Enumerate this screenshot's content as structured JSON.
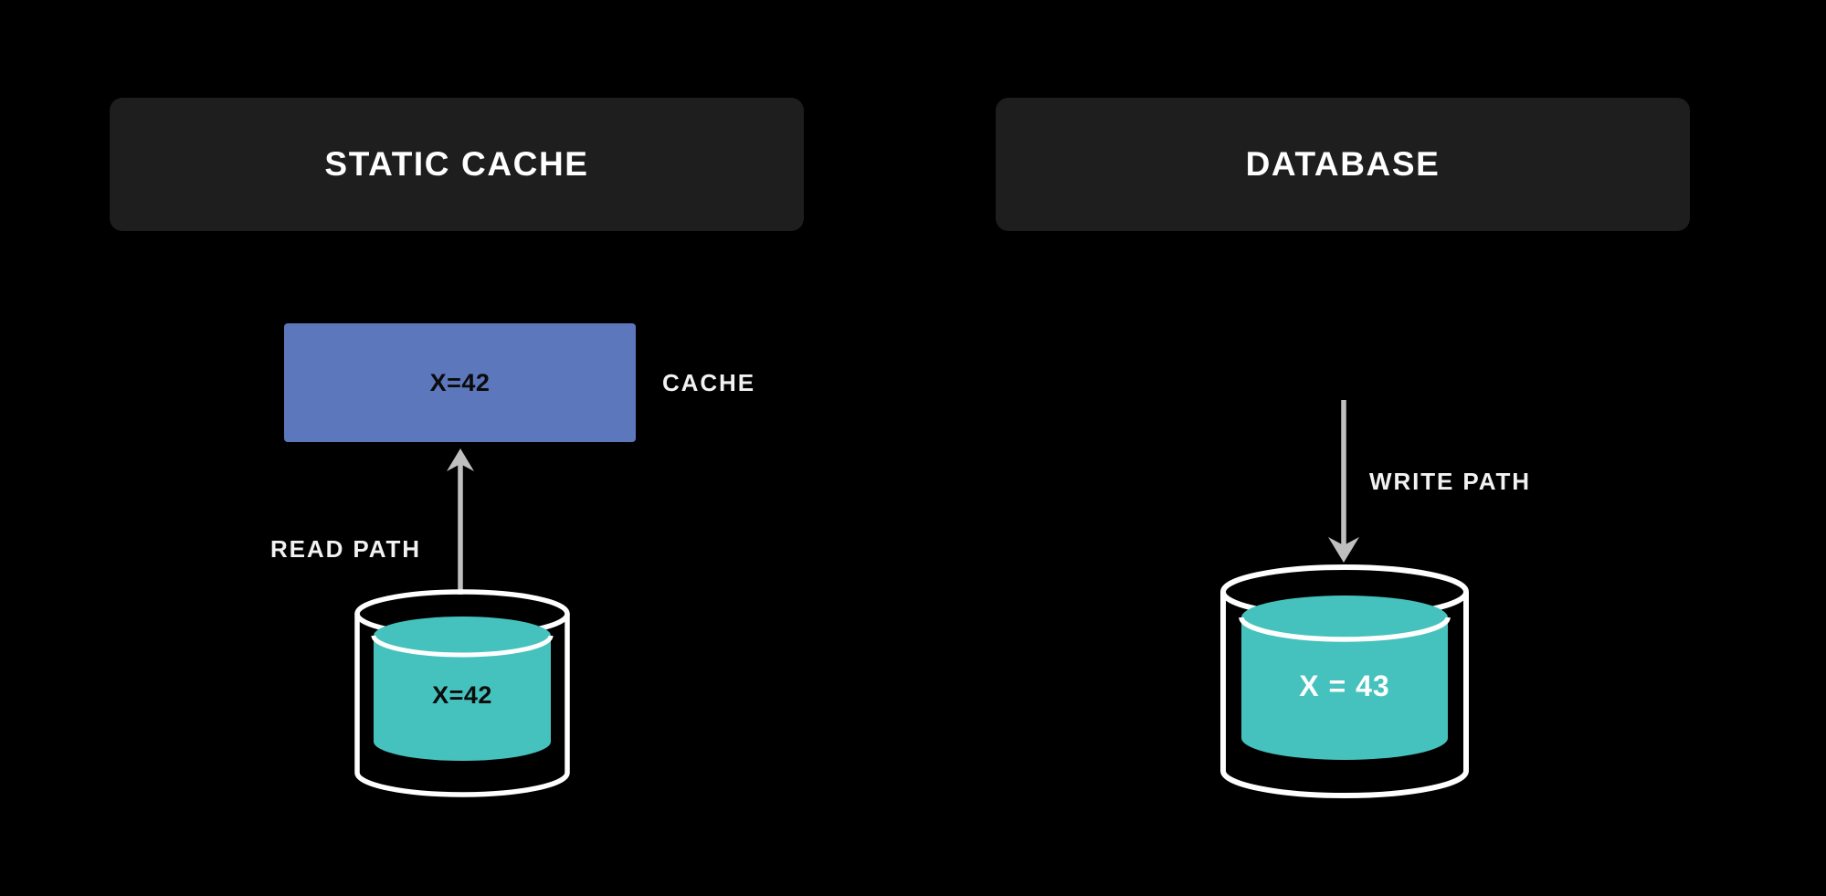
{
  "diagram": {
    "title_semantic": "static-cache-vs-database-consistency",
    "background_color": "#000000",
    "panels": [
      {
        "id": "static-cache",
        "label": "STATIC CACHE"
      },
      {
        "id": "database",
        "label": "DATABASE"
      }
    ],
    "cache_box": {
      "label": "X=42",
      "fill_color": "#5c77bb",
      "text_color": "#0b0b0b",
      "side_label": "CACHE"
    },
    "paths": [
      {
        "id": "read-path",
        "label": "READ PATH",
        "direction": "up",
        "color": "#bfbfbf"
      },
      {
        "id": "write-path",
        "label": "WRITE PATH",
        "direction": "down",
        "color": "#bfbfbf"
      }
    ],
    "cylinders": [
      {
        "id": "cache-store",
        "label": "X=42",
        "fill_color": "#45c2bd",
        "outline_color": "#ffffff",
        "text_color": "#0b0b0b"
      },
      {
        "id": "database-store",
        "label": "X = 43",
        "fill_color": "#45c2bd",
        "outline_color": "#ffffff",
        "text_color": "#ffffff"
      }
    ]
  }
}
